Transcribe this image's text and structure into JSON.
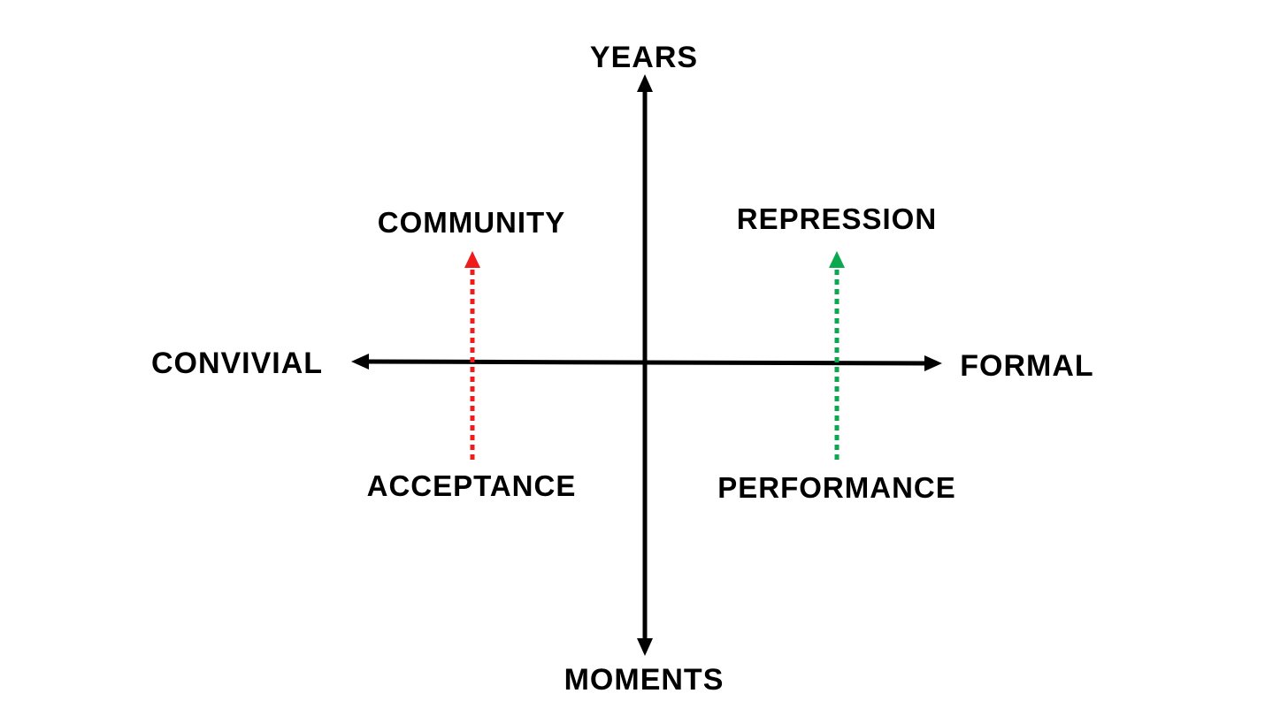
{
  "axes": {
    "top_label": "YEARS",
    "bottom_label": "MOMENTS",
    "left_label": "CONVIVIAL",
    "right_label": "FORMAL"
  },
  "quadrants": {
    "upper_left": "COMMUNITY",
    "upper_right": "REPRESSION",
    "lower_left": "ACCEPTANCE",
    "lower_right": "PERFORMANCE"
  },
  "colors": {
    "axis": "#000000",
    "left_arrow": "#ee1c1c",
    "right_arrow": "#0aa84f"
  }
}
